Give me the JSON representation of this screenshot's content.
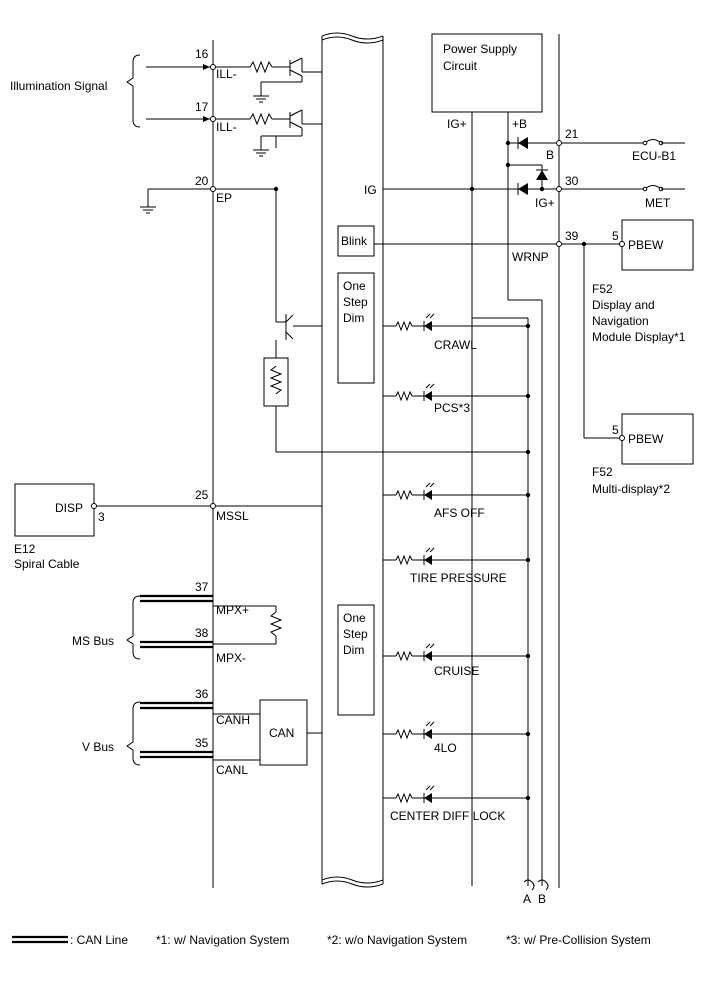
{
  "left_side": {
    "illumination_signal": "Illumination Signal",
    "pin16": "16",
    "pin17": "17",
    "pin20": "20",
    "ill1": "ILL-",
    "ill2": "ILL-",
    "ep": "EP",
    "pin25": "25",
    "mssl": "MSSL",
    "disp": "DISP",
    "disp_pin": "3",
    "e12": "E12",
    "spiral_cable": "Spiral Cable",
    "pin37": "37",
    "mpx_plus": "MPX+",
    "pin38": "38",
    "mpx_minus": "MPX-",
    "ms_bus": "MS Bus",
    "pin36": "36",
    "canh": "CANH",
    "pin35": "35",
    "canl": "CANL",
    "v_bus": "V Bus",
    "can": "CAN"
  },
  "center": {
    "ig": "IG",
    "blink": "Blink",
    "one_step_dim_1": [
      "One",
      "Step",
      "Dim"
    ],
    "one_step_dim_2": [
      "One",
      "Step",
      "Dim"
    ],
    "indicators": [
      "CRAWL",
      "PCS*3",
      "AFS OFF",
      "TIRE PRESSURE",
      "CRUISE",
      "4LO",
      "CENTER DIFF LOCK"
    ]
  },
  "right_side": {
    "power_supply": [
      "Power Supply",
      "Circuit"
    ],
    "ig_plus_top": "IG+",
    "b_plus": "+B",
    "pin21": "21",
    "b": "B",
    "ecu_b1": "ECU-B1",
    "pin30": "30",
    "ig_plus": "IG+",
    "met": "MET",
    "pin39": "39",
    "wrnp": "WRNP",
    "pbew1_pin": "5",
    "pbew1": "PBEW",
    "f52_1": "F52",
    "f52_1_desc": [
      "Display and",
      "Navigation",
      "Module Display*1"
    ],
    "pbew2_pin": "5",
    "pbew2": "PBEW",
    "f52_2": "F52",
    "f52_2_desc": "Multi-display*2",
    "line_a": "A",
    "line_b": "B"
  },
  "legend": {
    "can_line": ": CAN Line",
    "note1": "*1: w/ Navigation System",
    "note2": "*2: w/o Navigation System",
    "note3": "*3: w/ Pre-Collision System"
  }
}
